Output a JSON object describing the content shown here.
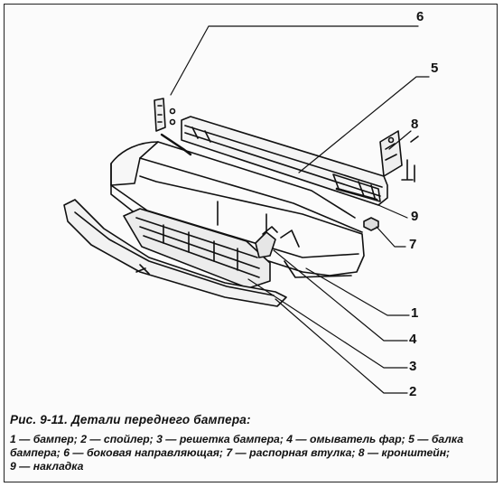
{
  "figure": {
    "callouts": {
      "c1": "1",
      "c2": "2",
      "c3": "3",
      "c4": "4",
      "c5": "5",
      "c6": "6",
      "c7": "7",
      "c8": "8",
      "c9": "9"
    },
    "caption_title": "Рис. 9-11. Детали переднего бампера:",
    "legend": {
      "line1": "1 — бампер; 2 — спойлер; 3 — решетка бампера; 4 — омыватель фар; 5 — балка",
      "line2": "бампера; 6 — боковая направляющая; 7 — распорная втулка; 8 — кронштейн;",
      "line3": "9 — накладка"
    }
  }
}
